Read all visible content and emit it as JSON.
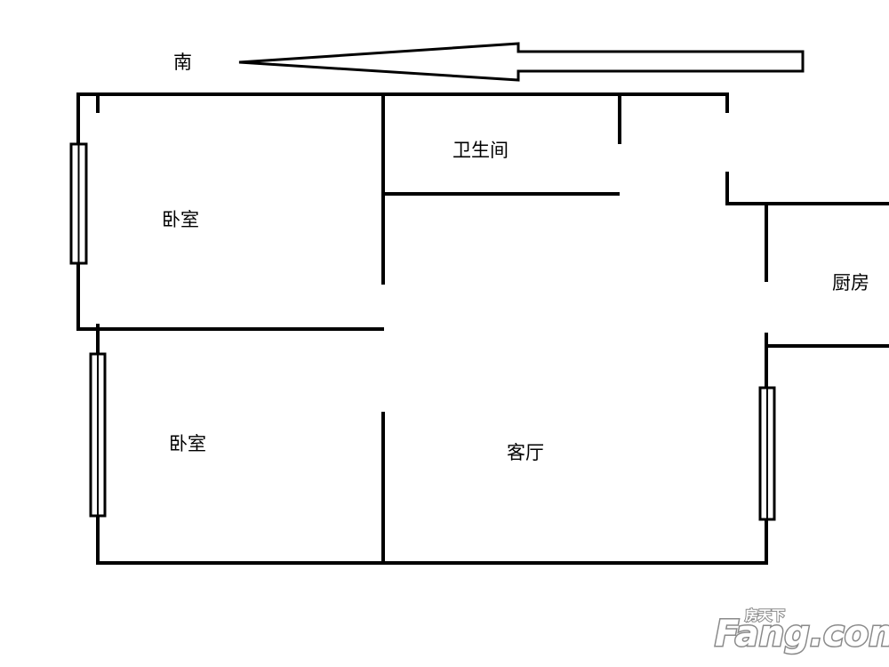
{
  "compass": {
    "direction_label": "南"
  },
  "rooms": {
    "bedroom_top": "卧室",
    "bedroom_bottom": "卧室",
    "bathroom": "卫生间",
    "living_room": "客厅",
    "kitchen": "厨房"
  },
  "watermark": {
    "site_cn": "房天下",
    "site": "Fang.com"
  },
  "colors": {
    "line": "#000000",
    "background": "#ffffff",
    "watermark_outline": "#8a8a8a"
  }
}
